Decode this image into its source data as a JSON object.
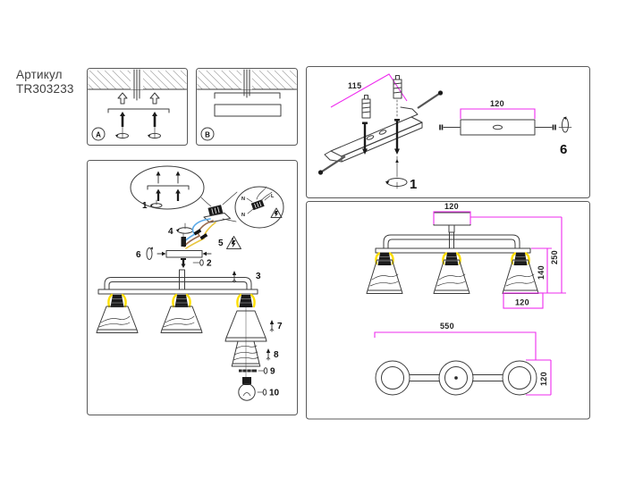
{
  "title": {
    "label": "Артикул",
    "code": "TR303233"
  },
  "panel_labels": {
    "a": "A",
    "b": "B"
  },
  "steps": {
    "1": "1",
    "2": "2",
    "3": "3",
    "4": "4",
    "5": "5",
    "6": "6",
    "7": "7",
    "8": "8",
    "9": "9",
    "10": "10"
  },
  "wiring": {
    "neutral": "N",
    "live": "L"
  },
  "dimensions": {
    "bracket_hole_spacing": "115",
    "mounting_plate_length": "120",
    "canopy_width": "120",
    "total_height": "250",
    "shade_height": "140",
    "shade_width": "120",
    "total_width": "550",
    "shade_diameter": "120"
  },
  "colors": {
    "dimension_line": "#ee2bee",
    "highlight_yellow": "#ffdf00",
    "wire_blue": "#58a8e8",
    "wire_brown": "#9a6a4d",
    "wire_yellow": "#e9c63e",
    "line": "#3c3c3c"
  }
}
